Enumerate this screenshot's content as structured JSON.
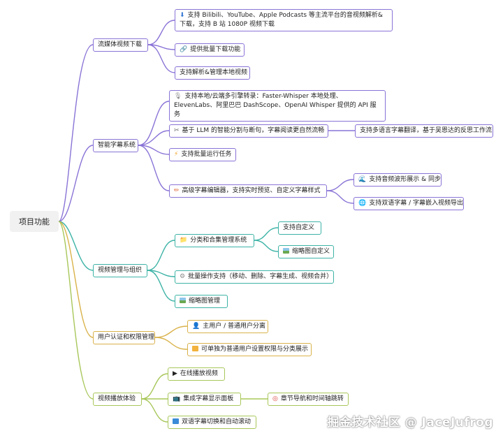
{
  "root": "项目功能",
  "sections": {
    "media": {
      "label": "流媒体视频下载",
      "items": {
        "a": "支持 Bilibili、YouTube、Apple Podcasts 等主流平台的音视频解析&下载，支持 B 站 1080P 视频下载",
        "b": "提供批量下载功能",
        "c": "支持解析&管理本地视频"
      }
    },
    "subtitle": {
      "label": "智能字幕系统",
      "items": {
        "a": "支持本地/云端多引擎转录：Faster-Whisper 本地处理、ElevenLabs、阿里巴巴 DashScope、OpenAI Whisper 提供的 API 服务",
        "b": "基于 LLM 的智能分割与断句，字幕阅读更自然流畅",
        "b_child": "支持多语言字幕翻译，基于吴恩达的反思工作流",
        "c": "支持批量运行任务",
        "d": "高级字幕编辑器，支持实时预览、自定义字幕样式",
        "d_child1": "支持音频波形展示 & 同步",
        "d_child2": "支持双语字幕 / 字幕嵌入视频导出"
      }
    },
    "video": {
      "label": "视频管理与组织",
      "items": {
        "a": "分类和合集管理系统",
        "a_child1": "支持自定义",
        "a_child2": "缩略图自定义",
        "b": "批量操作支持（移动、删除、字幕生成、视频合并）",
        "c": "缩略图管理"
      }
    },
    "auth": {
      "label": "用户认证和权限管理",
      "items": {
        "a": "主用户 / 普通用户分离",
        "b": "可单独为普通用户设置权限与分类展示"
      }
    },
    "play": {
      "label": "视频播放体验",
      "items": {
        "a": "在线播放视频",
        "b": "集成字幕显示面板",
        "b_child": "章节导航和时间轴跳转",
        "c": "双语字幕切换和自动滚动"
      }
    }
  },
  "icons": {
    "download": "download-icon",
    "link": "link-icon",
    "mic": "microphone-icon",
    "scissors": "scissors-icon",
    "bolt": "lightning-icon",
    "pencil": "pencil-icon",
    "wave": "wave-icon",
    "globe": "globe-icon",
    "folder": "folder-icon",
    "picture": "picture-icon",
    "gear": "gear-icon",
    "user": "user-icon",
    "lock": "lock-icon",
    "play": "play-icon",
    "tv": "tv-icon",
    "target": "target-icon",
    "sync": "sync-icon"
  },
  "colors": {
    "purple": "#8a73d6",
    "teal": "#3db3a6",
    "gold": "#d9b24a",
    "green": "#a8c75a"
  },
  "watermark": "掘金技术社区 @ JaceJufrog"
}
